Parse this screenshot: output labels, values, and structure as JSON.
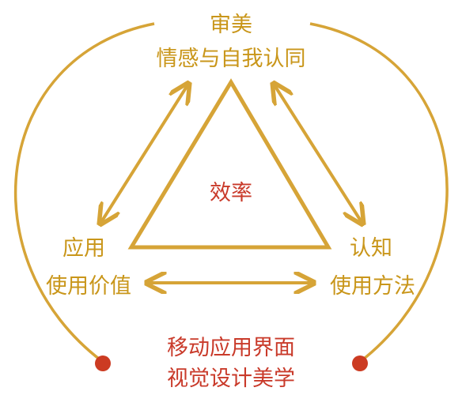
{
  "top": {
    "line1": "审美",
    "line2": "情感与自我认同"
  },
  "center": "效率",
  "left": {
    "line1": "应用",
    "line2": "使用价值"
  },
  "right": {
    "line1": "认知",
    "line2": "使用方法"
  },
  "bottom": {
    "line1": "移动应用界面",
    "line2": "视觉设计美学"
  },
  "colors": {
    "gold": "#d6a437",
    "gold_text": "#c9961a",
    "red": "#c93a2a",
    "dot": "#cc3b22"
  }
}
